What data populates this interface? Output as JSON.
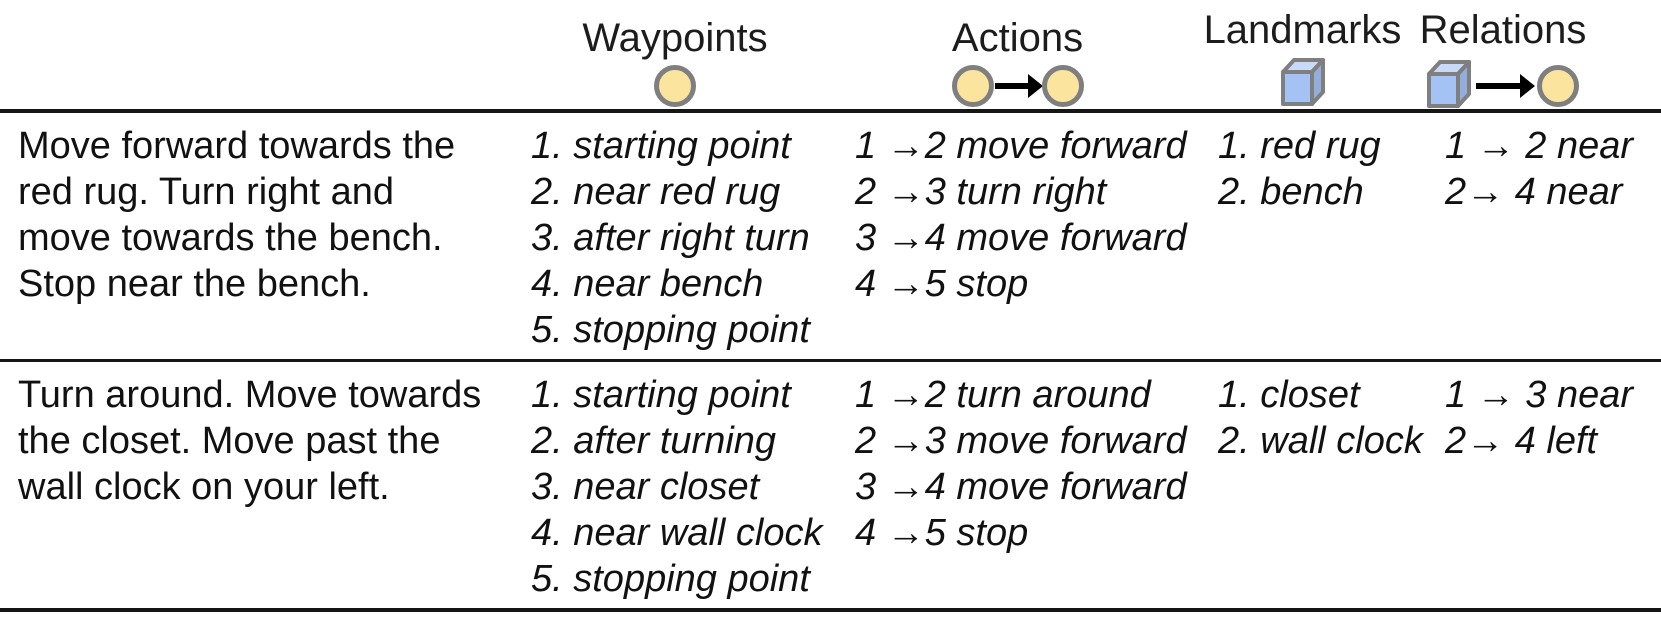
{
  "headers": {
    "waypoints": "Waypoints",
    "actions": "Actions",
    "landmarks": "Landmarks",
    "relations": "Relations"
  },
  "icons": {
    "waypoint": "yellow-circle-node",
    "action": "circle-arrow-circle",
    "landmark": "blue-cube",
    "relation": "cube-arrow-circle"
  },
  "colors": {
    "waypoint_fill": "#FBE49E",
    "node_stroke": "#7F7F7F",
    "landmark_front": "#A4C2F4",
    "landmark_top": "#C9DAF8",
    "landmark_side": "#94AEDC",
    "arrow": "#000000",
    "rule": "#151515"
  },
  "rows": [
    {
      "instruction_lines": [
        "Move forward towards the",
        "red rug. Turn right and",
        "move towards the bench.",
        "Stop near the bench."
      ],
      "waypoints": [
        "1. starting point",
        "2. near red rug",
        "3. after right turn",
        "4. near bench",
        "5. stopping point"
      ],
      "actions": [
        "1 →2 move forward",
        "2 →3 turn right",
        "3 →4 move forward",
        "4 →5 stop"
      ],
      "landmarks": [
        "1. red rug",
        "2. bench"
      ],
      "relations": [
        "1 → 2 near",
        "2→ 4 near"
      ]
    },
    {
      "instruction_lines": [
        "Turn around. Move towards",
        "the closet. Move past the",
        "wall clock on your left."
      ],
      "waypoints": [
        "1. starting point",
        "2. after turning",
        "3. near closet",
        "4. near wall clock",
        "5. stopping point"
      ],
      "actions": [
        "1 →2 turn around",
        "2 →3 move forward",
        "3 →4 move forward",
        "4 →5 stop"
      ],
      "landmarks": [
        "1. closet",
        "2. wall clock"
      ],
      "relations": [
        "1 → 3 near",
        "2→ 4 left"
      ]
    }
  ]
}
